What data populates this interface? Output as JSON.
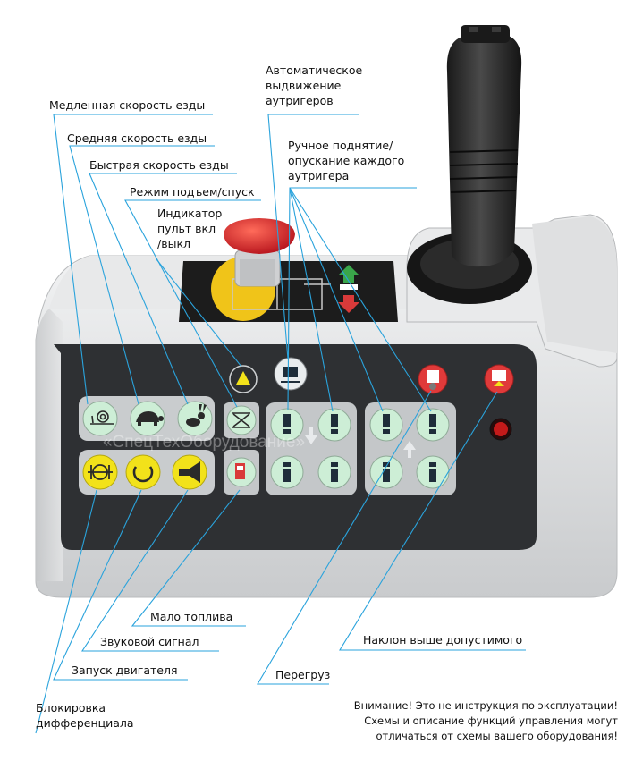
{
  "labels": {
    "slow_speed": "Медленная скорость езды",
    "medium_speed": "Средняя скорость езды",
    "fast_speed": "Быстрая скорость езды",
    "lift_mode": "Режим подъем/спуск",
    "indicator_1": "Индикатор",
    "indicator_2": "пульт вкл",
    "indicator_3": "/выкл",
    "auto_outriggers_1": "Автоматическое",
    "auto_outriggers_2": "выдвижение",
    "auto_outriggers_3": "аутригеров",
    "manual_outriggers_1": "Ручное поднятие/",
    "manual_outriggers_2": "опускание каждого",
    "manual_outriggers_3": "аутригера",
    "low_fuel": "Мало топлива",
    "horn": "Звуковой сигнал",
    "engine_start": "Запуск двигателя",
    "diff_lock_1": "Блокировка",
    "diff_lock_2": "дифференциала",
    "overload": "Перегруз",
    "tilt": "Наклон выше допустимого"
  },
  "note": {
    "line1": "Внимание! Это не инструкция по эксплуатации!",
    "line2": "Схемы и описание функций управления могут",
    "line3": "отличаться от схемы вашего оборудования!"
  },
  "watermark": "«СпецТехОборудование»",
  "colors": {
    "leader": "#2aa3dc",
    "panel": "#dcdddf",
    "button_green": "#cdeed6",
    "button_yellow": "#f2e21a",
    "warn_red": "#e03a3a"
  },
  "icons": [
    "snail-icon",
    "turtle-icon",
    "rabbit-icon",
    "emergency-stop-icon",
    "joystick-icon"
  ]
}
